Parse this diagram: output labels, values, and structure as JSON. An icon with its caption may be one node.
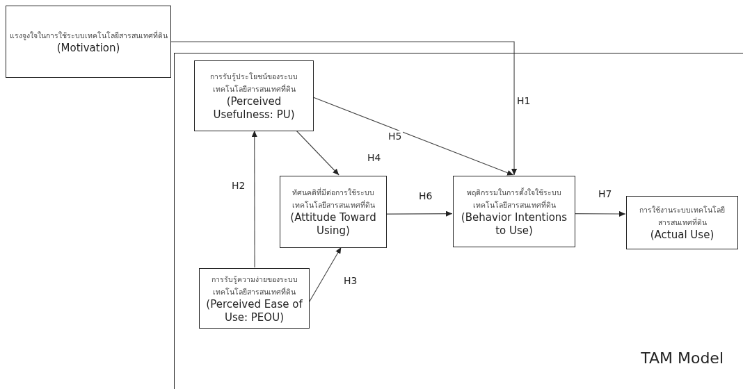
{
  "diagram": {
    "nodes": [
      {
        "text": [
          "แรงจูงใจในการใช้ระบบเทคโนโลยีสารสนเทศที่ดิน",
          "(Motivation)"
        ]
      },
      {
        "text": [
          "TAM Model"
        ]
      },
      {
        "text": [
          "การรับรู้ประโยชน์ของระบบเทคโนโลยีสารสนเทศที่ดิน",
          "(Perceived Usefulness: PU)"
        ],
        "in": 1
      },
      {
        "text": [
          "ทัศนคติที่มีต่อการใช้ระบบเทคโนโลยีสารสนเทศที่ดิน",
          "(Attitude Toward Using)"
        ],
        "in": 1
      },
      {
        "text": [
          "พฤติกรรมในการตั้งใจใช้ระบบเทคโนโลยีสารสนเทศที่ดิน",
          "(Behavior Intentions to Use)"
        ],
        "in": 1
      },
      {
        "text": [
          "การใช้งานระบบเทคโนโลยีสารสนเทศที่ดิน",
          "(Actual Use)"
        ],
        "in": 1
      },
      {
        "text": [
          "การรับรู้ความง่ายของระบบเทคโนโลยีสารสนเทศที่ดิน",
          "(Perceived Ease of Use: PEOU)"
        ],
        "in": 1
      }
    ],
    "edges": [
      {
        "from": 0,
        "to": 4,
        "label": "H1",
        "arrow": "to"
      },
      {
        "from": 6,
        "to": 2,
        "label": "H2",
        "arrow": "to"
      },
      {
        "from": 6,
        "to": 3,
        "label": "H3",
        "arrow": "to"
      },
      {
        "from": 2,
        "to": 3,
        "label": "H4",
        "arrow": "to"
      },
      {
        "from": 2,
        "to": 4,
        "label": "H5",
        "arrow": "to"
      },
      {
        "from": 3,
        "to": 4,
        "label": "H6",
        "arrow": "to"
      },
      {
        "from": 4,
        "to": 5,
        "label": "H7",
        "arrow": "to"
      }
    ]
  }
}
